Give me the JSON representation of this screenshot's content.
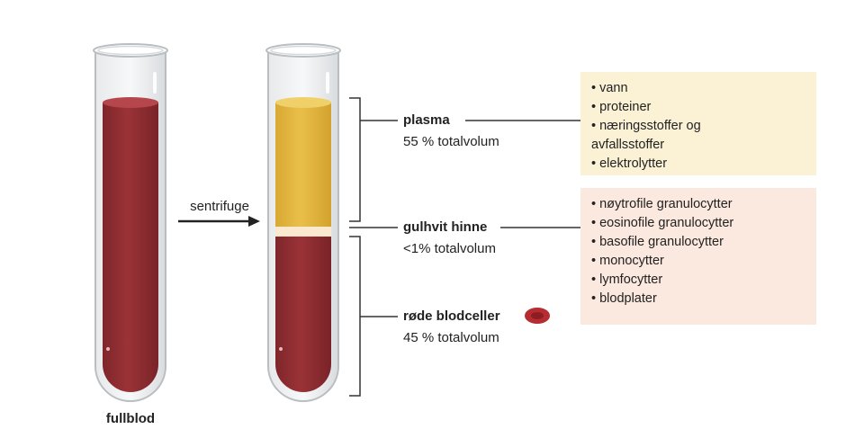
{
  "left_tube": {
    "caption": "fullblod"
  },
  "arrow": {
    "label": "sentrifuge"
  },
  "layers": {
    "plasma": {
      "name": "plasma",
      "volume": "55 % totalvolum"
    },
    "buffy": {
      "name": "gulhvit hinne",
      "volume": "<1% totalvolum"
    },
    "red": {
      "name": "røde blodceller",
      "volume": "45 % totalvolum"
    }
  },
  "plasma_box": {
    "items": [
      "vann",
      "proteiner",
      "næringsstoffer og",
      "elektrolytter"
    ],
    "wrap_line": "avfallsstoffer"
  },
  "buffy_box": {
    "items": [
      "nøytrofile granulocytter",
      "eosinofile granulocytter",
      "basofile granulocytter",
      "monocytter",
      "lymfocytter",
      "blodplater"
    ]
  },
  "colors": {
    "blood": "#8e2f33",
    "plasma": "#e2b53e",
    "buffy": "#fbe9cf",
    "glass": "#cfd3d6",
    "plasma_box_bg": "#fbf2d6",
    "buffy_box_bg": "#fbe8de"
  },
  "icons": [
    "red-blood-cell-icon",
    "basophil-icon",
    "lymphocyte-icon",
    "monocyte-icon",
    "neutrophil-icon",
    "eosinophil-icon",
    "platelet-icon"
  ]
}
